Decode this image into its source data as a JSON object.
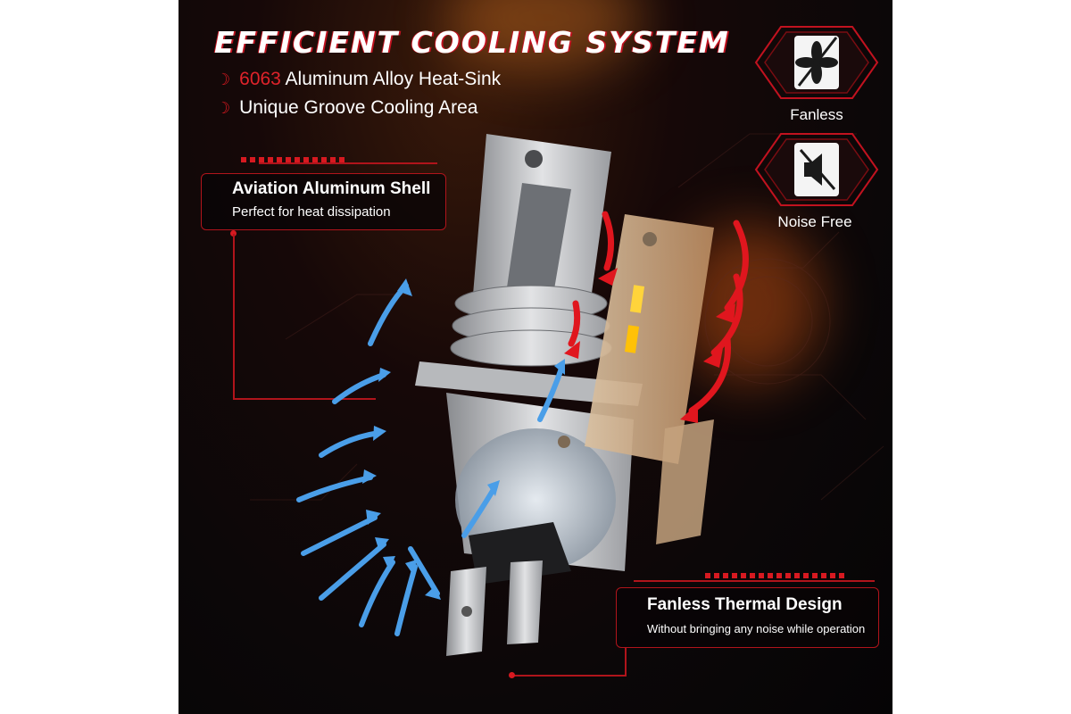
{
  "heading": "Efficient Cooling System",
  "bullets": [
    {
      "highlight": "6063",
      "text": " Aluminum Alloy Heat-Sink"
    },
    {
      "highlight": "",
      "text": "Unique Groove Cooling Area"
    }
  ],
  "features": [
    {
      "label": "Fanless",
      "icon": "fan-icon"
    },
    {
      "label": "Noise Free",
      "icon": "mute-speaker-icon"
    }
  ],
  "callouts": {
    "shell": {
      "title": "Aviation Aluminum Shell",
      "desc": "Perfect for heat dissipation"
    },
    "thermal": {
      "title": "Fanless Thermal Design",
      "desc": "Without bringing any noise while operation"
    }
  },
  "colors": {
    "accent": "#d71920",
    "cool_arrow": "#4a9ee8",
    "background": "#0b0708"
  }
}
